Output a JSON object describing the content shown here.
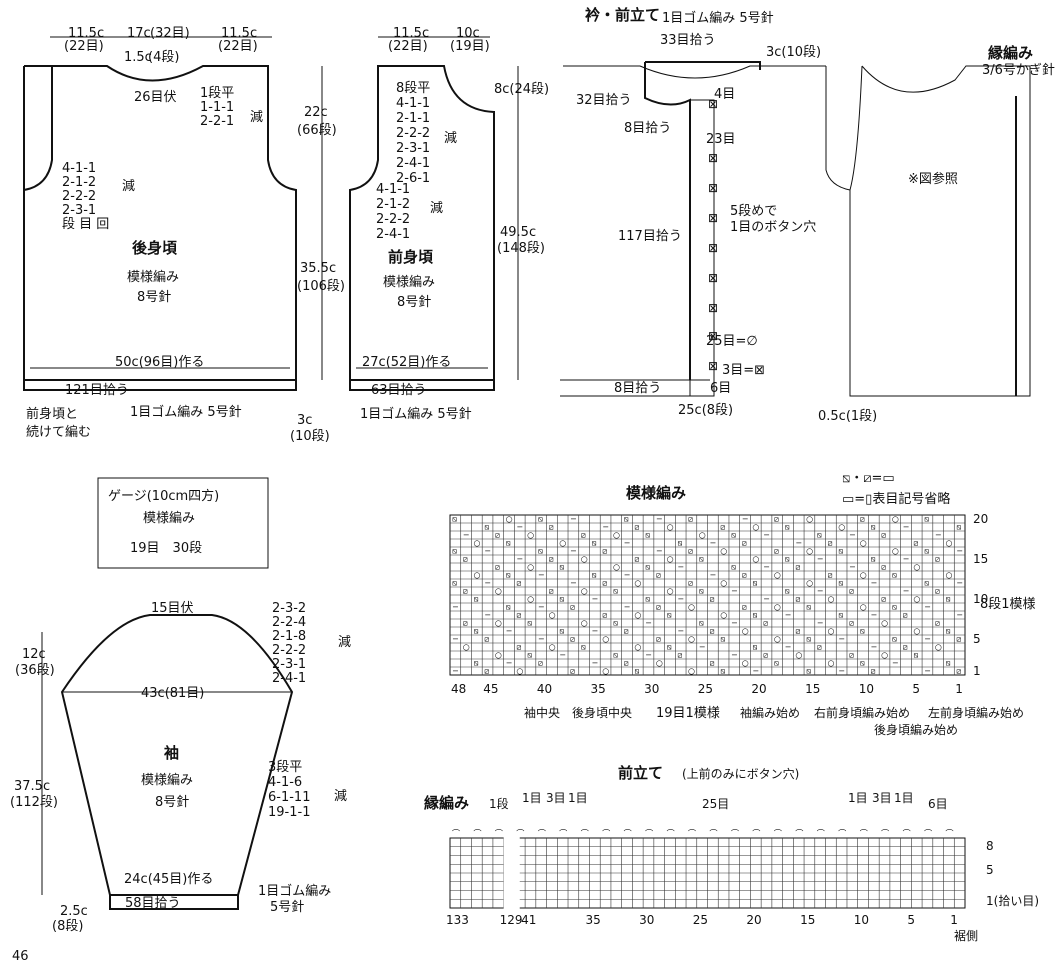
{
  "back": {
    "title": "後身頃",
    "pattern": "模様編み",
    "needle": "8号針",
    "top_left": "11.5c",
    "top_left_st": "(22目)",
    "top_mid": "17c",
    "top_mid_st": "(32目)",
    "top_right": "11.5c",
    "top_right_st": "(22目)",
    "neck_depth": "1.5c",
    "neck_rows": "(4段)",
    "bind": "26目伏",
    "neck_dec": [
      "1段平",
      "1-1-1",
      "2-2-1"
    ],
    "dec": "減",
    "arm_dec": [
      "4-1-1",
      "2-1-2",
      "2-2-2",
      "2-3-1"
    ],
    "arm_legend": "段 目 回",
    "height_top": "22c",
    "height_top_rows": "(66段)",
    "height_bot": "35.5c",
    "height_bot_rows": "(106段)",
    "cast": "50c(96目)作る",
    "pick": "121目拾う",
    "rib": "1目ゴム編み 5号針",
    "note1": "前身頃と",
    "note2": "続けて編む",
    "rib_h": "3c",
    "rib_rows": "(10段)"
  },
  "front": {
    "title": "前身頃",
    "pattern": "模様編み",
    "needle": "8号針",
    "top_left": "11.5c",
    "top_left_st": "(22目)",
    "top_right": "10c",
    "top_right_st": "(19目)",
    "neck_dec": [
      "8段平",
      "4-1-1",
      "2-1-1",
      "2-2-2",
      "2-3-1",
      "2-4-1",
      "2-6-1"
    ],
    "arm_dec": [
      "4-1-1",
      "2-1-2",
      "2-2-2",
      "2-4-1"
    ],
    "dec": "減",
    "neck_h": "8c(24段)",
    "height": "49.5c",
    "height_rows": "(148段)",
    "cast": "27c(52目)作る",
    "pick": "63目拾う",
    "rib": "1目ゴム編み 5号針"
  },
  "collar": {
    "title": "衿・前立て",
    "sub": "1目ゴム編み 5号針",
    "pick_top": "33目拾う",
    "h": "3c(10段)",
    "pick_side": "32目拾う",
    "pick8": "8目拾う",
    "n4": "4目",
    "n23": "23目",
    "buttonhole1": "5段めで",
    "buttonhole2": "1目のボタン穴",
    "pick117": "117目拾う",
    "n25": "25目=∅",
    "n3": "3目=⊠",
    "pick_bot": "8目拾う",
    "n6": "6目",
    "bottom": "25c(8段)"
  },
  "edge": {
    "title": "縁編み",
    "hook": "3/6号かぎ針",
    "ref": "※図参照",
    "w": "0.5c(1段)"
  },
  "gauge": {
    "l1": "ゲージ(10cm四方)",
    "l2": "模様編み",
    "l3": "19目　30段"
  },
  "sleeve": {
    "title": "袖",
    "pattern": "模様編み",
    "needle": "8号針",
    "bind": "15目伏",
    "cap_dec": [
      "2-3-2",
      "2-2-4",
      "2-1-8",
      "2-2-2",
      "2-3-1",
      "2-4-1"
    ],
    "dec": "減",
    "width": "43c(81目)",
    "cap_h": "12c",
    "cap_rows": "(36段)",
    "body_h": "37.5c",
    "body_rows": "(112段)",
    "side_dec": [
      "3段平",
      "4-1-6",
      "6-1-11",
      "19-1-1"
    ],
    "cast": "24c(45目)作る",
    "pick": "58目拾う",
    "rib": "1目ゴム編み",
    "rib_needle": "5号針",
    "rib_h": "2.5c",
    "rib_rows": "(8段)"
  },
  "chart": {
    "title": "模様編み",
    "legend1": "⧅・⧄=▭",
    "legend2": "▭=▯表目記号省略",
    "x_ticks": [
      "48",
      "45",
      "40",
      "35",
      "30",
      "25",
      "20",
      "15",
      "10",
      "5",
      "1"
    ],
    "y_ticks": [
      "20",
      "15",
      "10",
      "5",
      "1"
    ],
    "repeat_rows": "8段1模様",
    "labels": [
      "袖中央",
      "後身頃中央",
      "19目1模様",
      "袖編み始め",
      "右前身頃編み始め",
      "左前身頃編み始め",
      "後身頃編み始め"
    ]
  },
  "band": {
    "title": "前立て",
    "sub": "(上前のみにボタン穴)",
    "edge_title": "縁編み",
    "edge_rows": "1段",
    "top_left": [
      "1目",
      "3目",
      "1目"
    ],
    "top_mid": "25目",
    "top_right": [
      "1目",
      "3目",
      "1目",
      "6目"
    ],
    "x_ticks": [
      "133",
      "129",
      "41",
      "35",
      "30",
      "25",
      "20",
      "15",
      "10",
      "5",
      "1"
    ],
    "y_ticks": [
      "8",
      "5",
      "1(拾い目)"
    ],
    "hem": "裾側"
  },
  "page_no": "46"
}
